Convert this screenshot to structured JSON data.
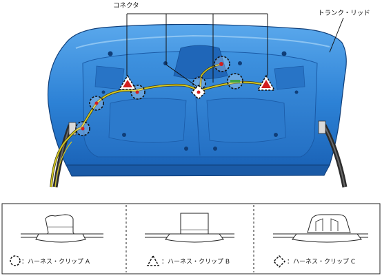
{
  "labels": {
    "connector": "コネクタ",
    "trunk_lid": "トランク・リッド"
  },
  "legend": {
    "clip_a": "：ハーネス・クリップ A",
    "clip_b": "：ハーネス・クリップ B",
    "clip_c": "：ハーネス・クリップ C"
  },
  "colors": {
    "lid_blue": "#2e86d8",
    "lid_dark": "#1a5fae",
    "harness": "#d6c820",
    "connector_red": "#d21f1f"
  }
}
